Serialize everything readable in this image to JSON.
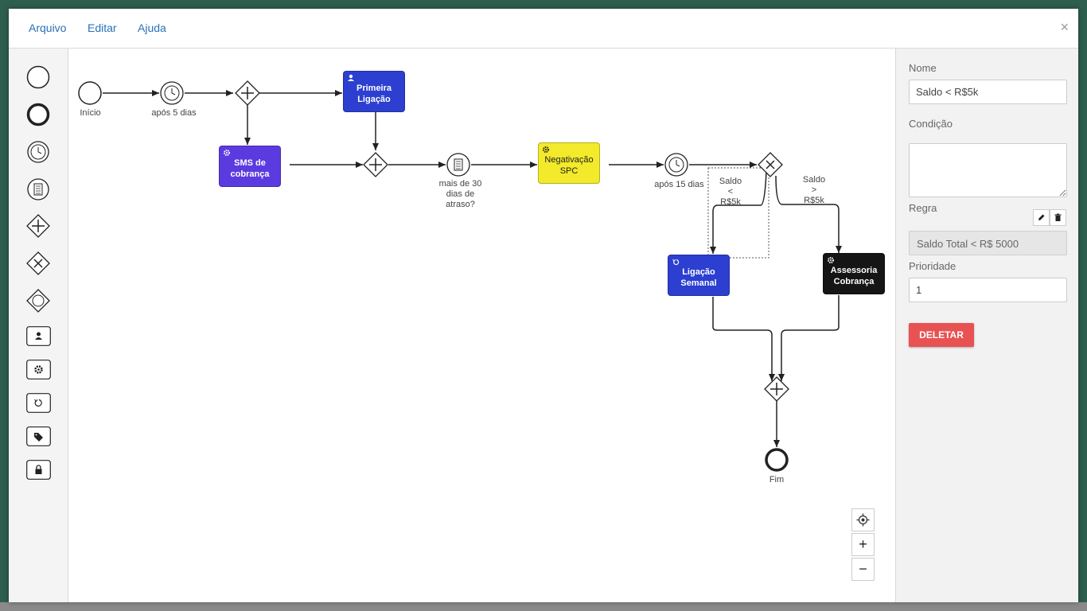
{
  "menu": {
    "file": "Arquivo",
    "edit": "Editar",
    "help": "Ajuda",
    "close": "×"
  },
  "palette": [
    {
      "icon": "start-event-icon"
    },
    {
      "icon": "end-event-icon"
    },
    {
      "icon": "timer-event-icon"
    },
    {
      "icon": "conditional-event-icon"
    },
    {
      "icon": "parallel-gateway-icon"
    },
    {
      "icon": "exclusive-gateway-icon"
    },
    {
      "icon": "event-gateway-icon"
    },
    {
      "icon": "user-task-icon"
    },
    {
      "icon": "service-task-icon"
    },
    {
      "icon": "loop-task-icon"
    },
    {
      "icon": "tag-icon"
    },
    {
      "icon": "lock-icon"
    }
  ],
  "diagram": {
    "labels": {
      "start": "Início",
      "timer1": "após 5 dias",
      "cond1": [
        "mais de 30",
        "dias de",
        "atraso?"
      ],
      "timer2": "após 15 dias",
      "flow_left": [
        "Saldo",
        "<",
        "R$5k"
      ],
      "flow_right": [
        "Saldo",
        ">",
        "R$5k"
      ],
      "end": "Fim"
    },
    "tasks": {
      "primeira": [
        "Primeira",
        "Ligação"
      ],
      "sms": [
        "SMS de",
        "cobrança"
      ],
      "negativacao": [
        "Negativação",
        "SPC"
      ],
      "ligacao": [
        "Ligação",
        "Semanal"
      ],
      "assessoria": [
        "Assessoria",
        "Cobrança"
      ]
    },
    "colors": {
      "blue": "#2c3fd0",
      "purple": "#5b3be0",
      "yellow": "#f2ea2a",
      "black": "#151515"
    }
  },
  "zoom": {
    "center_icon": "target-icon",
    "zoom_in": "+",
    "zoom_out": "−"
  },
  "panel": {
    "nome_label": "Nome",
    "nome_value": "Saldo < R$5k",
    "condicao_label": "Condição",
    "regra_label": "Regra",
    "regra_value": "Saldo Total < R$ 5000",
    "prioridade_label": "Prioridade",
    "prioridade_value": "1",
    "delete_label": "DELETAR",
    "delete_color": "#e85252"
  }
}
